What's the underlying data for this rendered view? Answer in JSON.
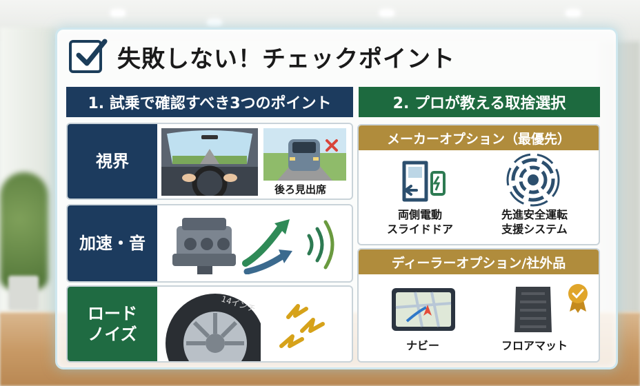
{
  "title": "失敗しない！チェックポイント",
  "section1": {
    "heading": "1. 試乗で確認すべき3つのポイント",
    "rows": [
      {
        "label": "視界",
        "caption": "後ろ見出席"
      },
      {
        "label": "加速・音"
      },
      {
        "label": "ロード\nノイズ",
        "tire_text": "14インチ"
      }
    ]
  },
  "section2": {
    "heading": "2. プロが教える取捨選択",
    "maker": {
      "heading": "メーカーオプション（最優先）",
      "items": [
        "両側電動\nスライドドア",
        "先進安全運転\n支援システム"
      ]
    },
    "dealer": {
      "heading": "ディーラーオプション/社外品",
      "items": [
        "ナビー",
        "フロアマット"
      ]
    }
  },
  "colors": {
    "navy": "#1c3b5e",
    "green": "#1d6a3f",
    "gold": "#b08c3c"
  }
}
